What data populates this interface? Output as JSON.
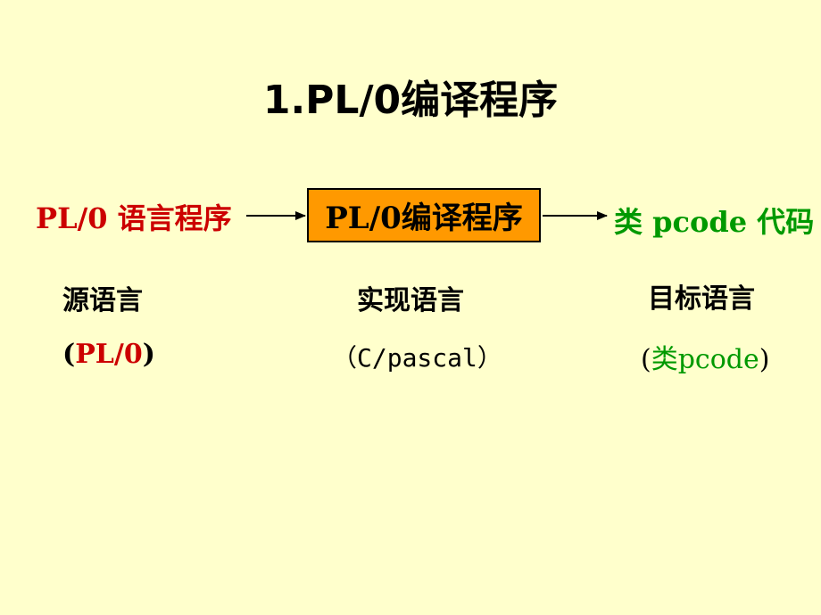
{
  "title": "1.PL/0编译程序",
  "flow": {
    "source": "PL/0 语言程序",
    "compiler": "PL/0编译程序",
    "target": "类 pcode 代码"
  },
  "columns": {
    "source": {
      "name": "源语言",
      "paren_open": "(",
      "lang": "PL/0",
      "paren_close": ")"
    },
    "implementation": {
      "name": "实现语言",
      "lang": "（C/pascal）"
    },
    "target": {
      "name": "目标语言",
      "paren_open": "(",
      "lang": "类pcode",
      "paren_close": ")"
    }
  },
  "colors": {
    "background": "#FFFFCC",
    "source_red": "#CC0000",
    "target_green": "#009900",
    "compiler_box": "#FF9900"
  }
}
